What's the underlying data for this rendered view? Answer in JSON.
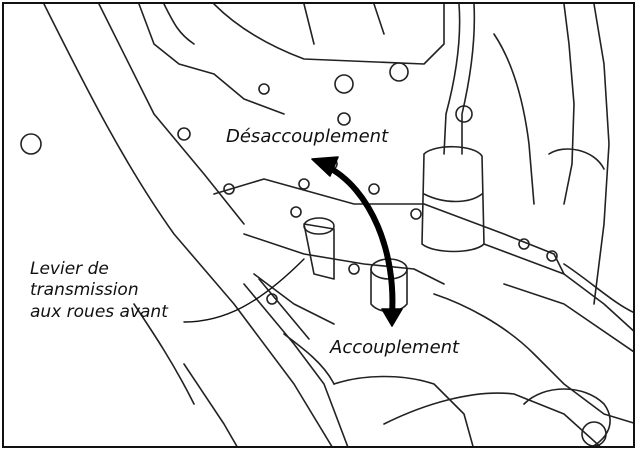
{
  "labels": {
    "top": "Désaccouplement",
    "bottom": "Accouplement",
    "lever": [
      "Levier de",
      "transmission",
      "aux roues avant"
    ]
  },
  "colors": {
    "ink": "#111111",
    "paper": "#ffffff"
  }
}
